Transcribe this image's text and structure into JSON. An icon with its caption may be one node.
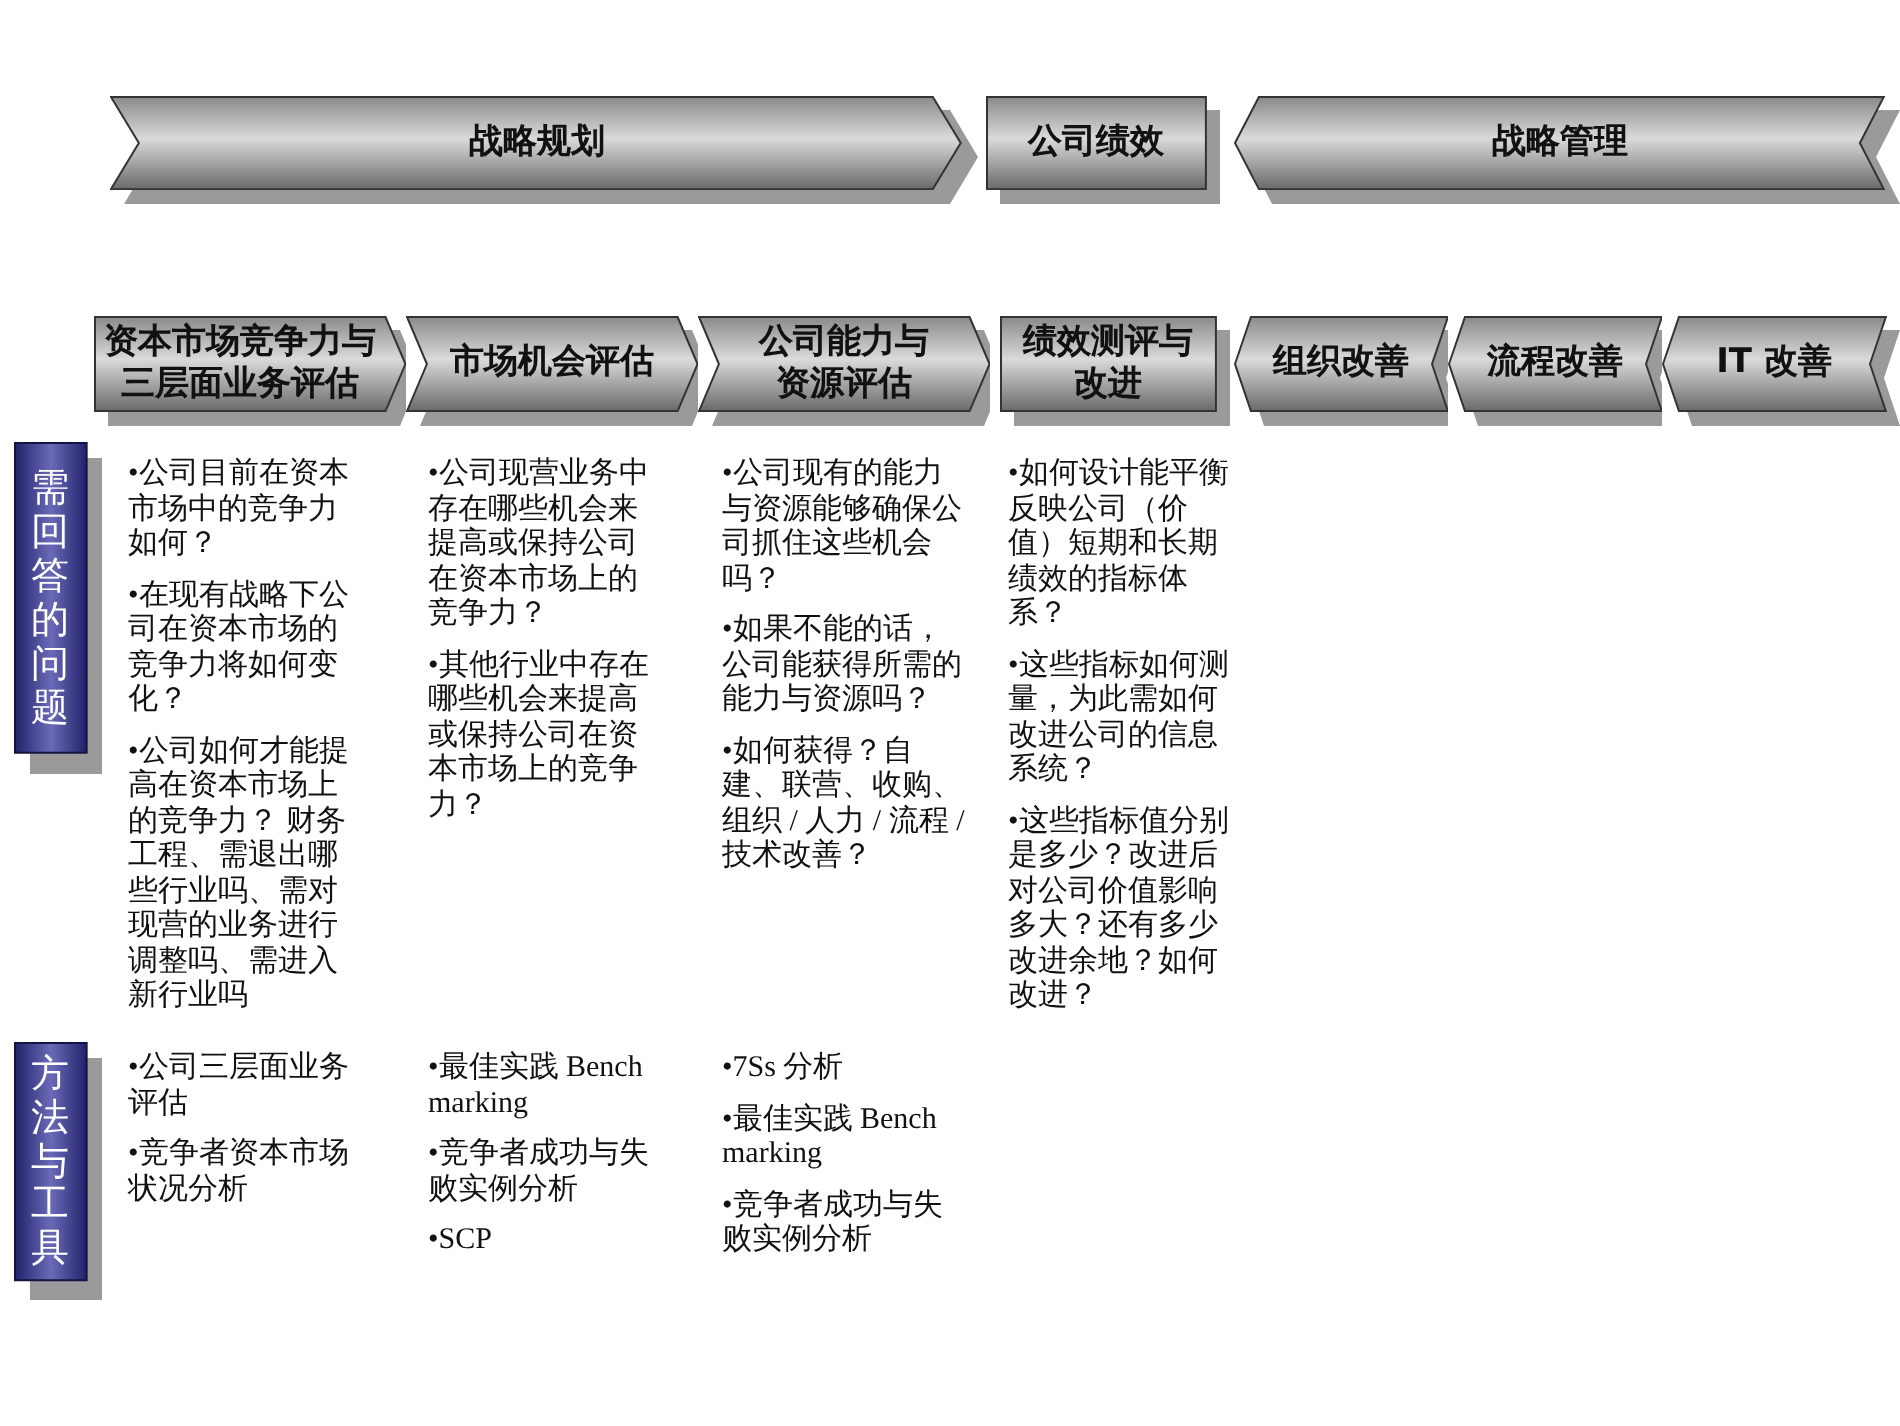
{
  "diagram": {
    "nodes": [
      {
        "text": [
          "战略规划"
        ]
      },
      {
        "text": [
          "公司绩效"
        ]
      },
      {
        "text": [
          "战略管理"
        ]
      },
      {
        "text": [
          "资本市场竞争力与三层面业务评估"
        ]
      },
      {
        "text": [
          "市场机会评估"
        ]
      },
      {
        "text": [
          "公司能力与资源评估"
        ]
      },
      {
        "text": [
          "绩效测评与改进"
        ]
      },
      {
        "text": [
          "组织改善"
        ]
      },
      {
        "text": [
          "流程改善"
        ]
      },
      {
        "text": [
          "IT 改善"
        ]
      },
      {
        "text": [
          "需回答的问题"
        ]
      },
      {
        "text": [
          "方法与工具"
        ]
      }
    ],
    "labels": [
      "•公司目前在资本市场中的竞争力如何？",
      "•在现有战略下公司在资本市场的竞争力将如何变化？",
      "•公司如何才能提高在资本市场上的竞争力？ 财务工程、需退出哪些行业吗、需对现营的业务进行调整吗、需进入新行业吗",
      "•公司现营业务中存在哪些机会来提高或保持公司在资本市场上的竞争力？",
      "•其他行业中存在哪些机会来提高或保持公司在资本市场上的竞争力？",
      "•公司现有的能力与资源能够确保公司抓住这些机会吗？",
      "•如果不能的话，公司能获得所需的能力与资源吗？",
      "•如何获得？自建、联营、收购、组织 / 人力 / 流程 / 技术改善？",
      "•如何设计能平衡反映公司（价值）短期和长期绩效的指标体系？",
      "•这些指标如何测量，为此需如何改进公司的信息系统？",
      "•这些指标值分别是多少？改进后对公司价值影响多大？还有多少改进余地？如何改进？",
      "•公司三层面业务评估",
      "•竞争者资本市场状况分析",
      "•最佳实践 Bench marking",
      "•竞争者成功与失败实例分析",
      "•SCP",
      "•7Ss 分析",
      "•最佳实践 Bench marking",
      "•竞争者成功与失败实例分析"
    ]
  }
}
